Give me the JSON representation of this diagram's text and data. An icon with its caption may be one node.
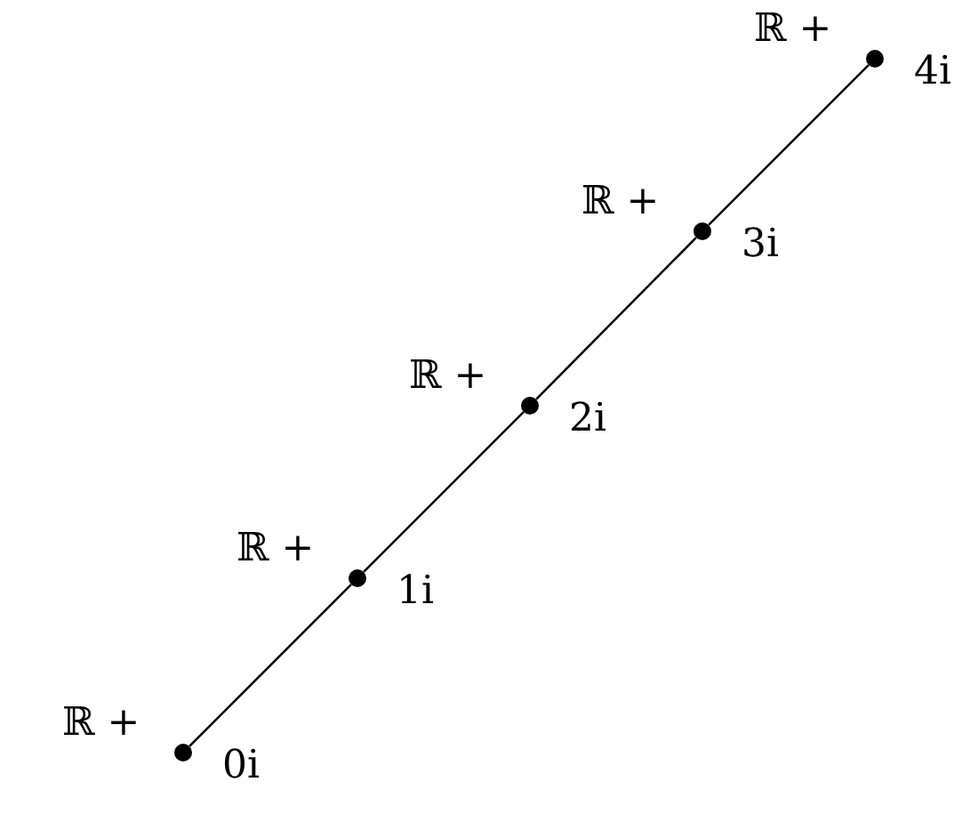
{
  "diagram": {
    "nodes": [
      {
        "text": [],
        "shape": "circle",
        "beside": [
          "ℝ +",
          "0i"
        ]
      },
      {
        "text": [],
        "shape": "circle",
        "beside": [
          "ℝ +",
          "1i"
        ]
      },
      {
        "text": [],
        "shape": "circle",
        "beside": [
          "ℝ +",
          "2i"
        ]
      },
      {
        "text": [],
        "shape": "circle",
        "beside": [
          "ℝ +",
          "3i"
        ]
      },
      {
        "text": [],
        "shape": "circle",
        "beside": [
          "ℝ +",
          "4i"
        ]
      }
    ],
    "edges": [
      {
        "from": 0,
        "to": 1,
        "arrow": "none"
      },
      {
        "from": 1,
        "to": 2,
        "arrow": "none"
      },
      {
        "from": 2,
        "to": 3,
        "arrow": "none"
      },
      {
        "from": 3,
        "to": 4,
        "arrow": "none"
      }
    ]
  }
}
